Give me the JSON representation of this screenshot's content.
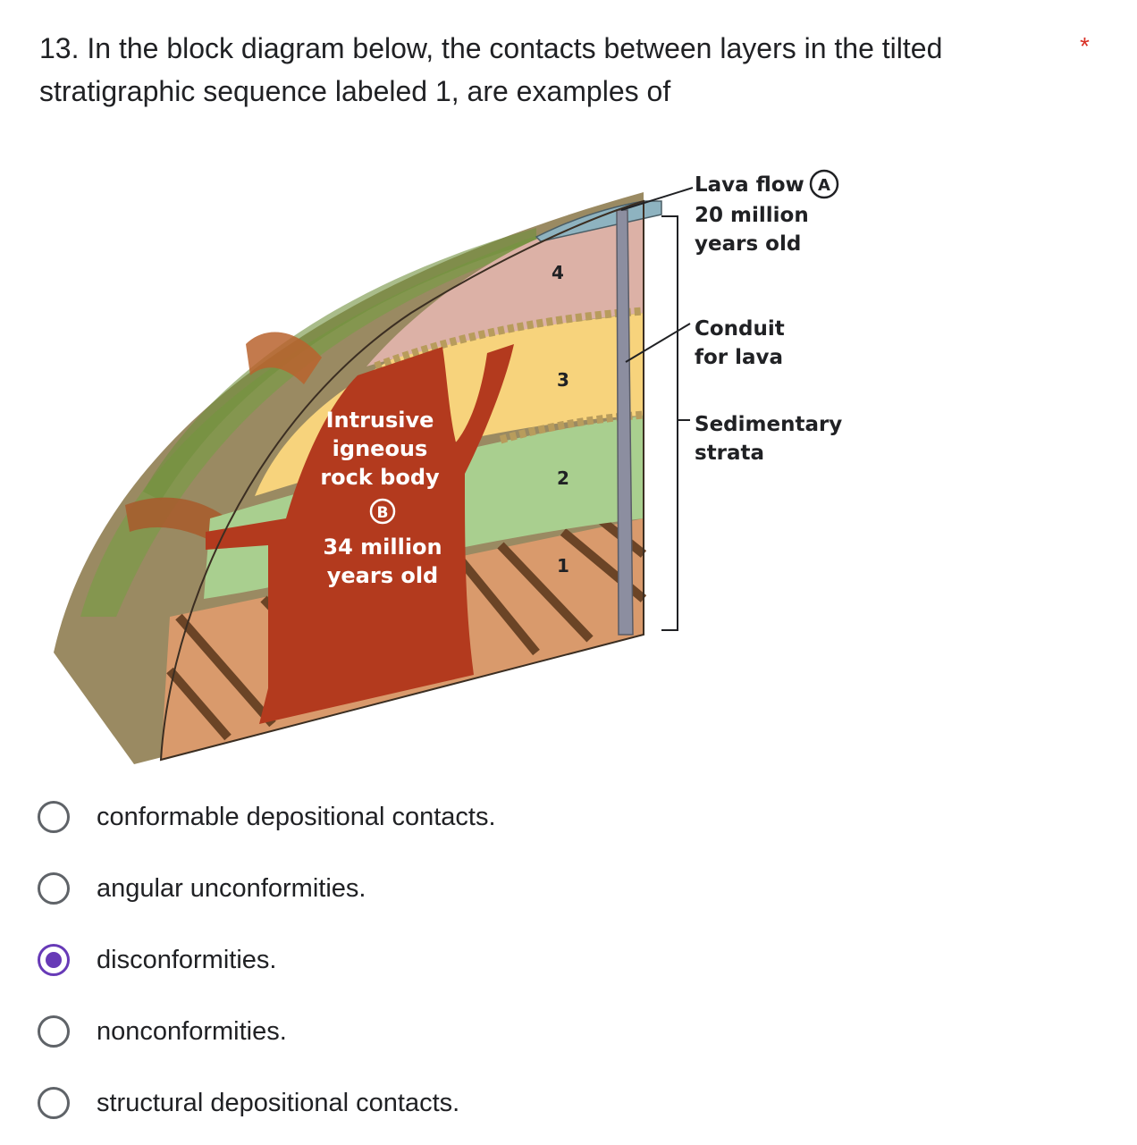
{
  "question": {
    "title": "13. In the block diagram below, the contacts between layers in the tilted stratigraphic sequence labeled 1, are examples of",
    "required_marker": "*"
  },
  "diagram": {
    "lava_flow_label": "Lava flow",
    "lava_flow_marker": "A",
    "lava_flow_age_line1": "20 million",
    "lava_flow_age_line2": "years old",
    "conduit_line1": "Conduit",
    "conduit_line2": "for lava",
    "strata_line1": "Sedimentary",
    "strata_line2": "strata",
    "intrusive_line1": "Intrusive",
    "intrusive_line2": "igneous",
    "intrusive_line3": "rock body",
    "intrusive_marker": "B",
    "intrusive_age_line1": "34 million",
    "intrusive_age_line2": "years old",
    "layer_4": "4",
    "layer_3": "3",
    "layer_2": "2",
    "layer_1": "1"
  },
  "options": [
    {
      "label": "conformable depositional contacts.",
      "selected": false
    },
    {
      "label": "angular unconformities.",
      "selected": false
    },
    {
      "label": "disconformities.",
      "selected": true
    },
    {
      "label": "nonconformities.",
      "selected": false
    },
    {
      "label": "structural depositional contacts.",
      "selected": false
    }
  ],
  "colors": {
    "accent": "#673ab7",
    "required": "#d93025",
    "radio_border": "#5f6368"
  }
}
